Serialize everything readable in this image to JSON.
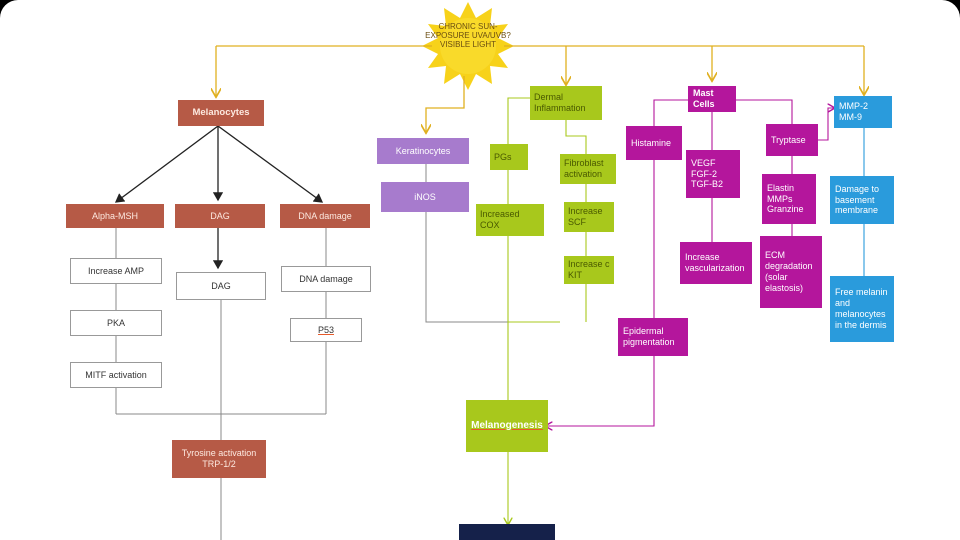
{
  "source": "CHRONIC SUN-EXPOSURE UVA/UVB? VISIBLE LIGHT",
  "melanocytes": {
    "title": "Melanocytes",
    "alpha_msh": "Alpha-MSH",
    "dag": "DAG",
    "dna_damage": "DNA damage",
    "increase_amp": "Increase AMP",
    "pka": "PKA",
    "mitf": "MITF activation",
    "dag2": "DAG",
    "dna_damage2": "DNA damage",
    "p53": "P53",
    "tyrosine": "Tyrosine activation TRP-1/2"
  },
  "keratinocytes": {
    "title": "Keratinocytes",
    "inos": "iNOS"
  },
  "dermal": {
    "title": "Dermal Inflammation",
    "pgs": "PGs",
    "cox": "Increased COX",
    "fibroblast": "Fibroblast activation",
    "scf": "Increase SCF",
    "ckit": "Increase c KIT"
  },
  "mast": {
    "title": "Mast Cells",
    "histamine": "Histamine",
    "vegf": "VEGF FGF-2 TGF-B2",
    "tryptase": "Tryptase",
    "elastin": "Elastin MMPs Granzine",
    "vascularization": "Increase vascularization",
    "ecm": "ECM degradation (solar elastosis)",
    "epidermal": "Epidermal pigmentation"
  },
  "mmp": {
    "title": "MMP-2 MM-9",
    "damage": "Damage to basement membrane",
    "free": "Free melanin and melanocytes in the dermis"
  },
  "melanogenesis": "Melanogenesis"
}
